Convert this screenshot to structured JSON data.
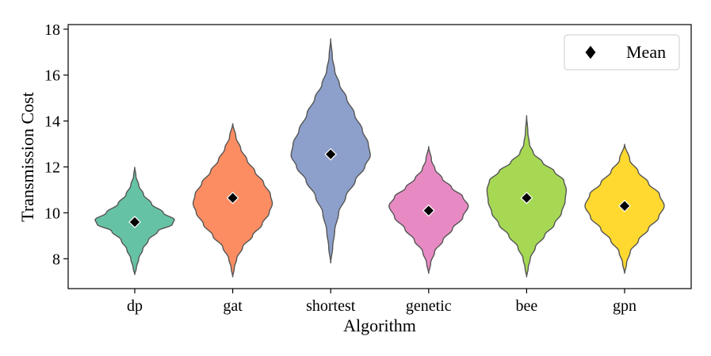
{
  "chart_data": {
    "type": "violin",
    "title": "",
    "xlabel": "Algorithm",
    "ylabel": "Transmission Cost",
    "ylim": [
      6.7,
      18.2
    ],
    "yticks": [
      8,
      10,
      12,
      14,
      16,
      18
    ],
    "grid": false,
    "legend": {
      "position": "top-right",
      "entries": [
        "Mean"
      ]
    },
    "categories": [
      "dp",
      "gat",
      "shortest",
      "genetic",
      "bee",
      "gpn"
    ],
    "colors": [
      "#66c2a5",
      "#fc8d62",
      "#8da0cb",
      "#e78ac3",
      "#a6d854",
      "#ffd92f"
    ],
    "series": [
      {
        "category": "dp",
        "mean": 9.6,
        "min": 7.3,
        "max": 12.0,
        "profile": [
          [
            7.3,
            0.0
          ],
          [
            7.6,
            0.04
          ],
          [
            8.0,
            0.1
          ],
          [
            8.4,
            0.2
          ],
          [
            8.8,
            0.34
          ],
          [
            9.2,
            0.58
          ],
          [
            9.5,
            0.95
          ],
          [
            9.7,
            1.0
          ],
          [
            10.0,
            0.72
          ],
          [
            10.4,
            0.42
          ],
          [
            10.8,
            0.22
          ],
          [
            11.2,
            0.1
          ],
          [
            11.6,
            0.03
          ],
          [
            12.0,
            0.0
          ]
        ]
      },
      {
        "category": "gat",
        "mean": 10.65,
        "min": 7.2,
        "max": 13.9,
        "profile": [
          [
            7.2,
            0.0
          ],
          [
            7.6,
            0.04
          ],
          [
            8.0,
            0.1
          ],
          [
            8.5,
            0.25
          ],
          [
            9.0,
            0.5
          ],
          [
            9.5,
            0.74
          ],
          [
            10.0,
            0.92
          ],
          [
            10.4,
            1.0
          ],
          [
            10.8,
            0.95
          ],
          [
            11.3,
            0.78
          ],
          [
            11.8,
            0.56
          ],
          [
            12.3,
            0.36
          ],
          [
            12.8,
            0.2
          ],
          [
            13.3,
            0.08
          ],
          [
            13.9,
            0.0
          ]
        ]
      },
      {
        "category": "shortest",
        "mean": 12.55,
        "min": 7.8,
        "max": 17.6,
        "profile": [
          [
            7.8,
            0.0
          ],
          [
            8.5,
            0.05
          ],
          [
            9.2,
            0.1
          ],
          [
            10.0,
            0.2
          ],
          [
            10.7,
            0.38
          ],
          [
            11.4,
            0.62
          ],
          [
            12.0,
            0.86
          ],
          [
            12.5,
            1.0
          ],
          [
            13.0,
            0.95
          ],
          [
            13.6,
            0.8
          ],
          [
            14.3,
            0.6
          ],
          [
            15.0,
            0.4
          ],
          [
            15.6,
            0.22
          ],
          [
            16.2,
            0.1
          ],
          [
            16.8,
            0.04
          ],
          [
            17.6,
            0.0
          ]
        ]
      },
      {
        "category": "genetic",
        "mean": 10.1,
        "min": 7.35,
        "max": 12.9,
        "profile": [
          [
            7.35,
            0.0
          ],
          [
            7.8,
            0.05
          ],
          [
            8.3,
            0.15
          ],
          [
            8.8,
            0.36
          ],
          [
            9.3,
            0.6
          ],
          [
            9.8,
            0.86
          ],
          [
            10.3,
            1.0
          ],
          [
            10.7,
            0.86
          ],
          [
            11.1,
            0.58
          ],
          [
            11.5,
            0.34
          ],
          [
            11.9,
            0.16
          ],
          [
            12.3,
            0.07
          ],
          [
            12.9,
            0.0
          ]
        ]
      },
      {
        "category": "bee",
        "mean": 10.65,
        "min": 7.2,
        "max": 14.25,
        "profile": [
          [
            7.2,
            0.0
          ],
          [
            7.6,
            0.04
          ],
          [
            8.0,
            0.09
          ],
          [
            8.5,
            0.22
          ],
          [
            9.0,
            0.45
          ],
          [
            9.5,
            0.7
          ],
          [
            10.0,
            0.88
          ],
          [
            10.5,
            0.97
          ],
          [
            11.0,
            1.0
          ],
          [
            11.4,
            0.94
          ],
          [
            11.8,
            0.7
          ],
          [
            12.2,
            0.4
          ],
          [
            12.6,
            0.17
          ],
          [
            13.0,
            0.07
          ],
          [
            13.5,
            0.03
          ],
          [
            14.25,
            0.0
          ]
        ]
      },
      {
        "category": "gpn",
        "mean": 10.3,
        "min": 7.35,
        "max": 13.0,
        "profile": [
          [
            7.35,
            0.0
          ],
          [
            7.8,
            0.05
          ],
          [
            8.3,
            0.14
          ],
          [
            8.8,
            0.35
          ],
          [
            9.3,
            0.6
          ],
          [
            9.8,
            0.86
          ],
          [
            10.3,
            1.0
          ],
          [
            10.8,
            0.88
          ],
          [
            11.3,
            0.6
          ],
          [
            11.8,
            0.34
          ],
          [
            12.3,
            0.13
          ],
          [
            13.0,
            0.0
          ]
        ]
      }
    ]
  }
}
